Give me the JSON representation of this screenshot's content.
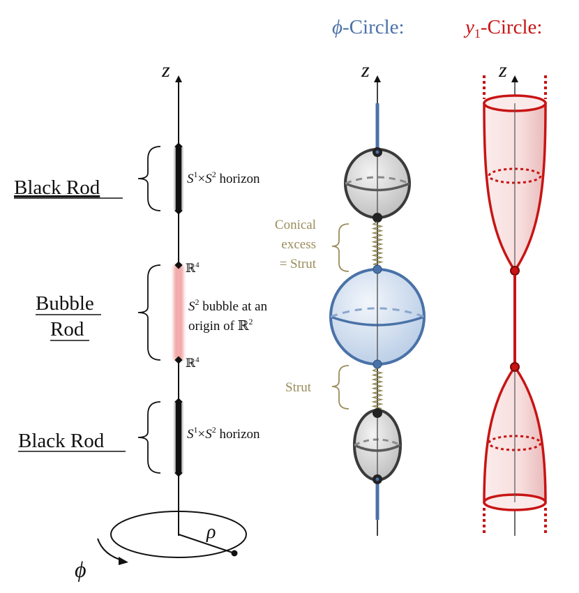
{
  "headers": {
    "phi": {
      "symbol": "ϕ",
      "suffix": "-Circle:"
    },
    "y1": {
      "symbol": "y",
      "subscript": "1",
      "suffix": "-Circle:"
    }
  },
  "axis_label": "z",
  "left_column": {
    "top_rod": {
      "name": "Black Rod",
      "desc_s": "S",
      "desc_sup1": "1",
      "desc_times": "×",
      "desc_s2": "S",
      "desc_sup2": "2",
      "desc_tail": " horizon"
    },
    "bubble_rod": {
      "name_line1": "Bubble",
      "name_line2": "Rod",
      "endpoint_top": "ℝ",
      "endpoint_top_sup": "4",
      "endpoint_bottom": "ℝ",
      "endpoint_bottom_sup": "4",
      "desc_line1_s": "S",
      "desc_line1_sup": "2",
      "desc_line1_tail": " bubble at an",
      "desc_line2": "origin of ℝ",
      "desc_line2_sup": "2"
    },
    "bottom_rod": {
      "name": "Black Rod",
      "desc_s": "S",
      "desc_sup1": "1",
      "desc_times": "×",
      "desc_s2": "S",
      "desc_sup2": "2",
      "desc_tail": " horizon"
    },
    "rho_label": "ρ",
    "phi_label": "ϕ"
  },
  "middle_column": {
    "conical_line1": "Conical",
    "conical_line2": "excess",
    "conical_line3": "= Strut",
    "strut_label": "Strut"
  },
  "colors": {
    "blue": "#4a72a8",
    "red": "#c81414",
    "olive": "#9a8c5a",
    "gray_fill": "#d0d0d0",
    "dark": "#222222",
    "bubble_fill": "#d9e4f2",
    "cone_fill": "#f6dede"
  }
}
